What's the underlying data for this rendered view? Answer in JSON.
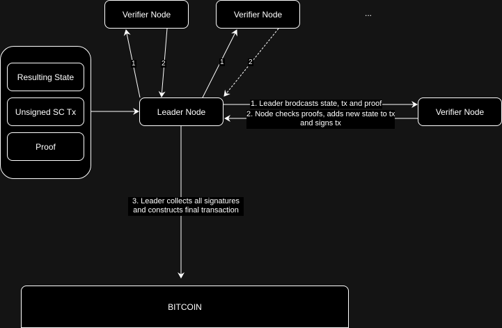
{
  "nodes": {
    "verifier_top_left": "Verifier Node",
    "verifier_top_mid": "Verifier Node",
    "ellipsis": "...",
    "leader": "Leader Node",
    "verifier_right": "Verifier Node",
    "bitcoin": "BITCOIN"
  },
  "container_items": [
    "Resulting State",
    "Unsigned SC Tx",
    "Proof"
  ],
  "edge_labels": {
    "step1_left": "1",
    "step2_left": "2",
    "step1_mid": "1",
    "step2_mid": "2",
    "broadcast": "1. Leader brodcasts state, tx and proof",
    "checks_line1": "2. Node checks proofs, adds new state to tx",
    "checks_line2": "and signs tx",
    "collect_line1": "3. Leader collects all signatures",
    "collect_line2": "and constructs final transaction"
  },
  "colors": {
    "background": "#141414",
    "node_fill": "#000000",
    "stroke": "#ffffff"
  }
}
